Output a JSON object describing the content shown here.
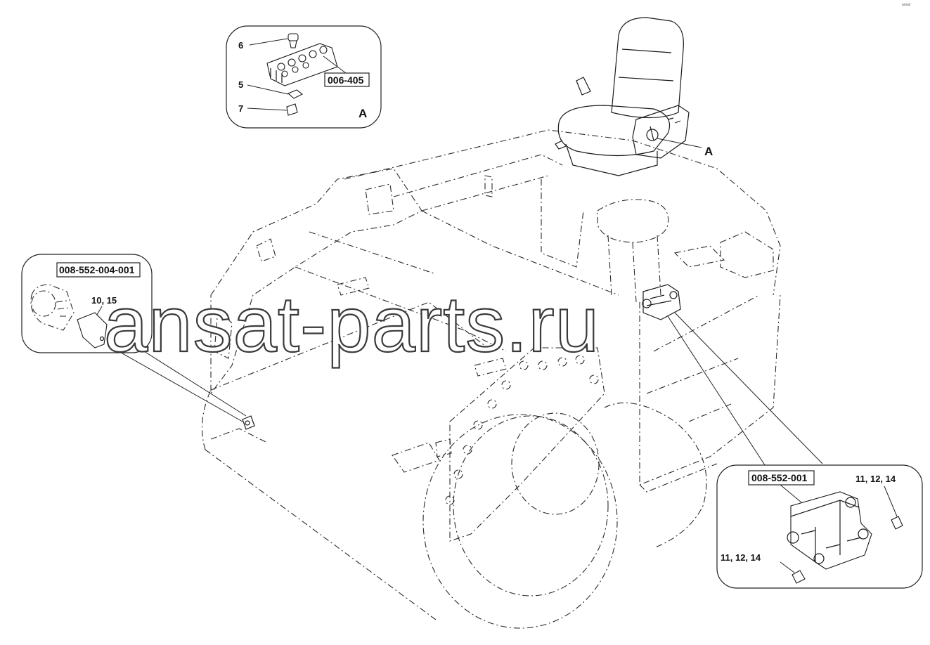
{
  "watermark": "ansat-parts.ru",
  "corner_mark": "ansat",
  "views": {
    "view_a": {
      "letter": "A",
      "code": "006-405",
      "labels": {
        "p6": "6",
        "p5": "5",
        "p7": "7"
      }
    },
    "left": {
      "code": "008-552-004-001",
      "label": "10, 15"
    },
    "right": {
      "code": "008-552-001",
      "label_upper": "11, 12, 14",
      "label_lower": "11, 12, 14"
    }
  },
  "main_pointer": "A",
  "colors": {
    "ink": "#1a1a1a",
    "background": "#ffffff"
  }
}
